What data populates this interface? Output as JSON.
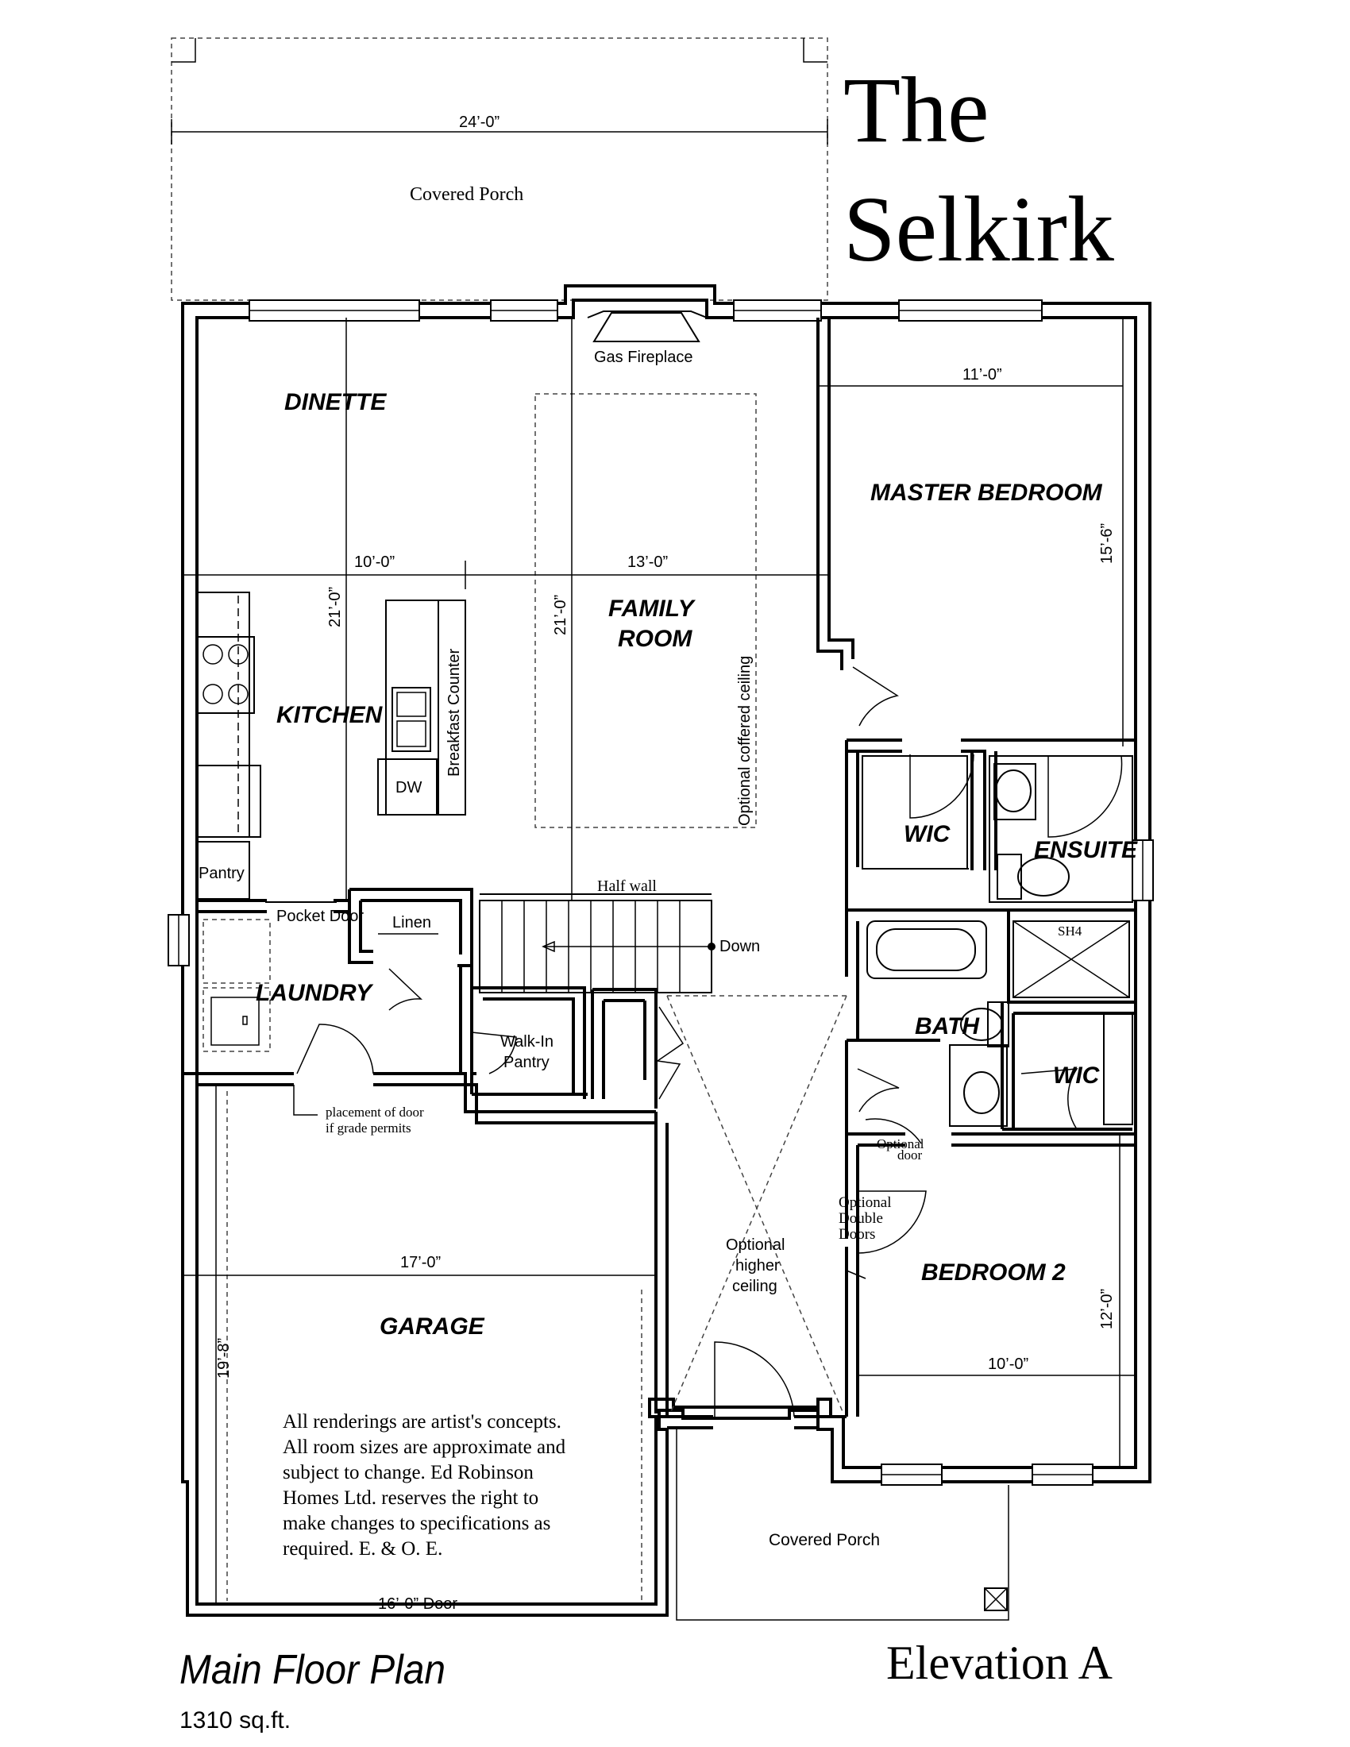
{
  "title": {
    "line1": "The",
    "line2": "Selkirk"
  },
  "footer": {
    "plan_name": "Main Floor Plan",
    "area": "1310 sq.ft.",
    "elevation": "Elevation A"
  },
  "rooms": {
    "covered_porch_top": "Covered Porch",
    "dinette": "DINETTE",
    "master_bedroom": "MASTER BEDROOM",
    "family_room_1": "FAMILY",
    "family_room_2": "ROOM",
    "kitchen": "KITCHEN",
    "laundry": "LAUNDRY",
    "wic_master": "WIC",
    "ensuite": "ENSUITE",
    "bath": "BATH",
    "wic_bed2": "WIC",
    "bedroom_2": "BEDROOM 2",
    "garage": "GARAGE",
    "covered_porch_bottom": "Covered Porch"
  },
  "labels": {
    "gas_fireplace": "Gas Fireplace",
    "breakfast_counter": "Breakfast Counter",
    "dishwasher": "DW",
    "optional_coffered": "Optional coffered ceiling",
    "pantry": "Pantry",
    "pocket_door": "Pocket Door",
    "linen": "Linen",
    "half_wall": "Half wall",
    "down": "Down",
    "walk_in_pantry_1": "Walk-In",
    "walk_in_pantry_2": "Pantry",
    "shower": "SH4",
    "door_placement_1": "placement of door",
    "door_placement_2": "if grade permits",
    "optional_door_1": "Optional",
    "optional_door_2": "door",
    "optional_double_1": "Optional",
    "optional_double_2": "Double",
    "optional_double_3": "Doors",
    "optional_higher_1": "Optional",
    "optional_higher_2": "higher",
    "optional_higher_3": "ceiling",
    "garage_door": "16’-0” Door"
  },
  "dimensions": {
    "porch_width": "24’-0”",
    "master_width": "11’-0”",
    "master_depth": "15’-6”",
    "dinette_kitchen_width": "10’-0”",
    "family_width": "13’-0”",
    "kitchen_depth": "21’-0”",
    "family_depth": "21’-0”",
    "garage_width": "17’-0”",
    "garage_depth": "19’-8”",
    "bed2_width": "10’-0”",
    "bed2_depth": "12’-0”"
  },
  "disclaimer": [
    "All renderings are artist's concepts.",
    "All room sizes are approximate and",
    "subject to change.  Ed Robinson",
    "Homes Ltd. reserves the right to",
    "make changes to specifications as",
    "required.  E. & O. E."
  ]
}
